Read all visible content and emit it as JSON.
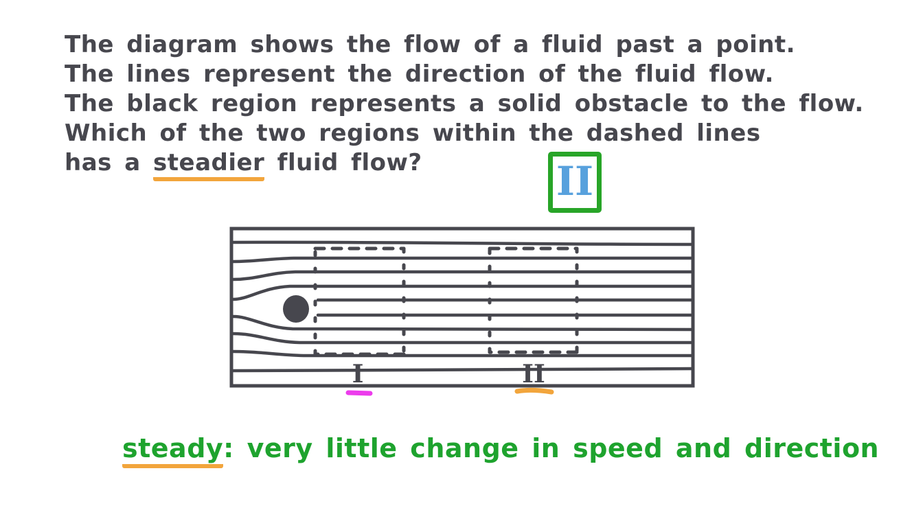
{
  "question": {
    "lines": [
      "The diagram shows the flow of a fluid past a point.",
      "The lines represent the direction of the fluid flow.",
      "The black region represents a solid obstacle to the flow.",
      "Which of the two regions within the dashed lines"
    ],
    "last_line": {
      "prefix": "has a ",
      "underlined": "steadier",
      "suffix": " fluid flow?"
    }
  },
  "answer_box": {
    "label": "II",
    "border_color": "#28a528",
    "label_color": "#58a1dd"
  },
  "diagram": {
    "ink_color": "#47474e",
    "obstacle": "solid-circle-obstacle",
    "flow_direction": "left-to-right",
    "upstream_streamlines": 8,
    "downstream_streamlines": 10,
    "region1": {
      "label": "I",
      "underline_color": "#ec3cec"
    },
    "region2": {
      "label": "II",
      "underline_color": "#f2a53c"
    }
  },
  "note": {
    "term": "steady",
    "definition": ": very little change in speed and direction",
    "text_color": "#1ea32e",
    "underline_color": "#f2a53c"
  }
}
